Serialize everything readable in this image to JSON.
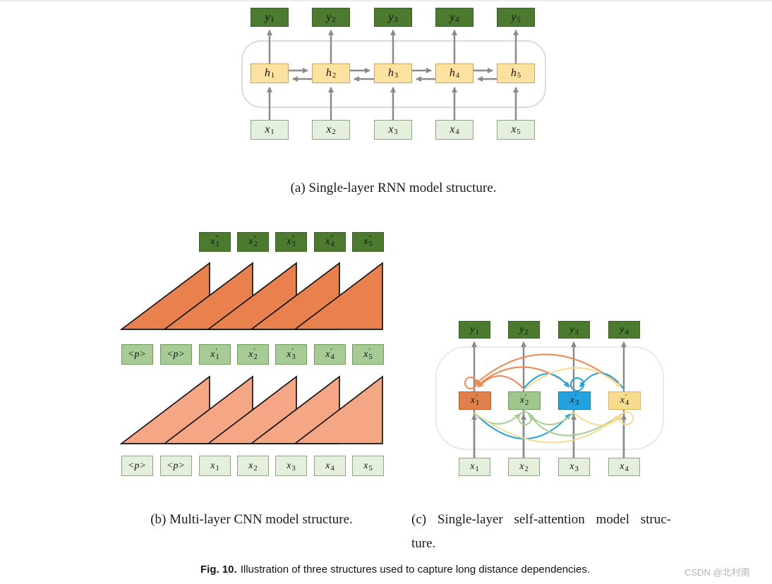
{
  "figure": {
    "caption_a": "(a) Single-layer RNN model structure.",
    "caption_b": "(b) Multi-layer CNN model structure.",
    "caption_c_line1": "(c) Single-layer self-attention model struc-",
    "caption_c_line2": "ture.",
    "fig_label": "Fig. 10.",
    "fig_text": "Illustration of three structures used to capture long distance dependencies.",
    "watermark": "CSDN @北村南"
  },
  "colors": {
    "dark_green_box": "#4C7B2F",
    "yellow_box": "#FBE2A0",
    "light_green_box": "#E5F0DC",
    "medium_green_box": "#A6CB94",
    "attention_orange_box": "#E2804B",
    "attention_green_box": "#9FC78C",
    "attention_blue_box": "#22A3DF",
    "attention_yellow_box": "#F8DC8E",
    "cnn_upper_triangle": "#E8814D",
    "cnn_lower_triangle": "#F4A685",
    "arc_orange": "#ED8A54",
    "arc_green": "#A9CE97",
    "arc_blue": "#1FA6E0",
    "arc_yellow": "#F6DC92",
    "arrow_gray": "#8A8A8A"
  },
  "rnn": {
    "y": [
      {
        "base": "y",
        "sup": "",
        "sub": "1"
      },
      {
        "base": "y",
        "sup": "",
        "sub": "2"
      },
      {
        "base": "y",
        "sup": "",
        "sub": "3"
      },
      {
        "base": "y",
        "sup": "",
        "sub": "4"
      },
      {
        "base": "y",
        "sup": "",
        "sub": "5"
      }
    ],
    "h": [
      {
        "base": "h",
        "sup": "",
        "sub": "1"
      },
      {
        "base": "h",
        "sup": "",
        "sub": "2"
      },
      {
        "base": "h",
        "sup": "",
        "sub": "3"
      },
      {
        "base": "h",
        "sup": "",
        "sub": "4"
      },
      {
        "base": "h",
        "sup": "",
        "sub": "5"
      }
    ],
    "x": [
      {
        "base": "x",
        "sup": "",
        "sub": "1"
      },
      {
        "base": "x",
        "sup": "",
        "sub": "2"
      },
      {
        "base": "x",
        "sup": "",
        "sub": "3"
      },
      {
        "base": "x",
        "sup": "",
        "sub": "4"
      },
      {
        "base": "x",
        "sup": "",
        "sub": "5"
      }
    ]
  },
  "cnn": {
    "top": [
      {
        "base": "x",
        "sup": "″",
        "sub": "1"
      },
      {
        "base": "x",
        "sup": "″",
        "sub": "2"
      },
      {
        "base": "x",
        "sup": "″",
        "sub": "3"
      },
      {
        "base": "x",
        "sup": "″",
        "sub": "4"
      },
      {
        "base": "x",
        "sup": "″",
        "sub": "5"
      }
    ],
    "mid": [
      {
        "base": "<p>",
        "sup": "",
        "sub": ""
      },
      {
        "base": "<p>",
        "sup": "",
        "sub": ""
      },
      {
        "base": "x",
        "sup": "′",
        "sub": "1"
      },
      {
        "base": "x",
        "sup": "′",
        "sub": "2"
      },
      {
        "base": "x",
        "sup": "′",
        "sub": "3"
      },
      {
        "base": "x",
        "sup": "′",
        "sub": "4"
      },
      {
        "base": "x",
        "sup": "′",
        "sub": "5"
      }
    ],
    "bottom": [
      {
        "base": "<p>",
        "sup": "",
        "sub": ""
      },
      {
        "base": "<p>",
        "sup": "",
        "sub": ""
      },
      {
        "base": "x",
        "sup": "",
        "sub": "1"
      },
      {
        "base": "x",
        "sup": "",
        "sub": "2"
      },
      {
        "base": "x",
        "sup": "",
        "sub": "3"
      },
      {
        "base": "x",
        "sup": "",
        "sub": "4"
      },
      {
        "base": "x",
        "sup": "",
        "sub": "5"
      }
    ]
  },
  "att": {
    "y": [
      {
        "base": "y",
        "sup": "",
        "sub": "1"
      },
      {
        "base": "y",
        "sup": "",
        "sub": "2"
      },
      {
        "base": "y",
        "sup": "",
        "sub": "3"
      },
      {
        "base": "y",
        "sup": "",
        "sub": "4"
      }
    ],
    "mid": [
      {
        "base": "x",
        "sup": "′",
        "sub": "1"
      },
      {
        "base": "x",
        "sup": "′",
        "sub": "2"
      },
      {
        "base": "x",
        "sup": "′",
        "sub": "3"
      },
      {
        "base": "x",
        "sup": "′",
        "sub": "4"
      }
    ],
    "x": [
      {
        "base": "x",
        "sup": "",
        "sub": "1"
      },
      {
        "base": "x",
        "sup": "",
        "sub": "2"
      },
      {
        "base": "x",
        "sup": "",
        "sub": "3"
      },
      {
        "base": "x",
        "sup": "",
        "sub": "4"
      }
    ]
  }
}
